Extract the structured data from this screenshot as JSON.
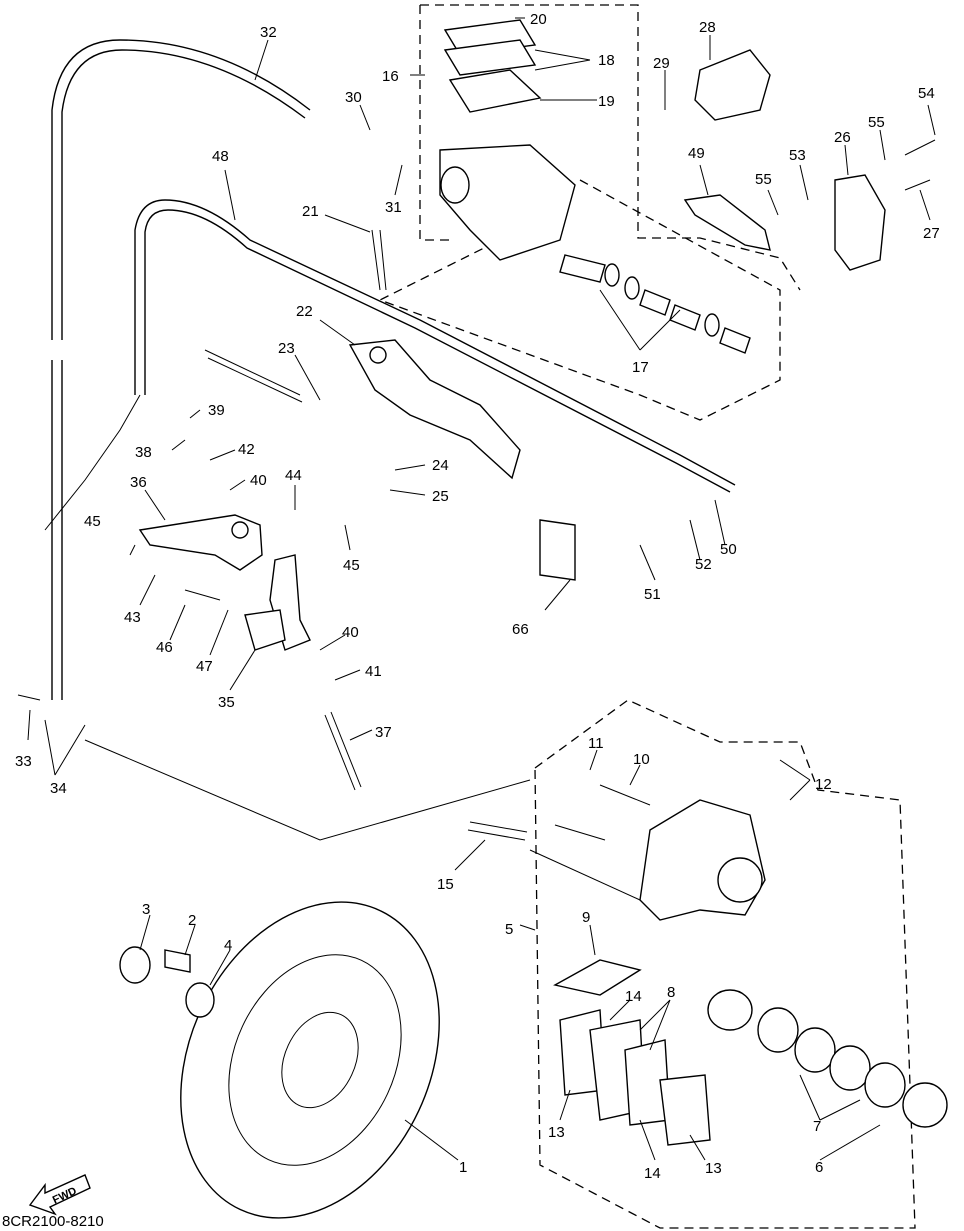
{
  "diagram": {
    "code": "8CR2100-8210",
    "fwd_label": "FWD",
    "labels": [
      {
        "id": "32",
        "text": "32"
      },
      {
        "id": "30",
        "text": "30"
      },
      {
        "id": "31",
        "text": "31"
      },
      {
        "id": "16",
        "text": "16"
      },
      {
        "id": "20",
        "text": "20"
      },
      {
        "id": "18",
        "text": "18"
      },
      {
        "id": "19",
        "text": "19"
      },
      {
        "id": "28",
        "text": "28"
      },
      {
        "id": "29",
        "text": "29"
      },
      {
        "id": "54",
        "text": "54"
      },
      {
        "id": "55a",
        "text": "55"
      },
      {
        "id": "55b",
        "text": "55"
      },
      {
        "id": "26",
        "text": "26"
      },
      {
        "id": "53",
        "text": "53"
      },
      {
        "id": "49",
        "text": "49"
      },
      {
        "id": "27",
        "text": "27"
      },
      {
        "id": "48",
        "text": "48"
      },
      {
        "id": "21",
        "text": "21"
      },
      {
        "id": "22",
        "text": "22"
      },
      {
        "id": "23",
        "text": "23"
      },
      {
        "id": "17",
        "text": "17"
      },
      {
        "id": "39",
        "text": "39"
      },
      {
        "id": "38",
        "text": "38"
      },
      {
        "id": "42",
        "text": "42"
      },
      {
        "id": "24",
        "text": "24"
      },
      {
        "id": "25",
        "text": "25"
      },
      {
        "id": "40a",
        "text": "40"
      },
      {
        "id": "36",
        "text": "36"
      },
      {
        "id": "44",
        "text": "44"
      },
      {
        "id": "45a",
        "text": "45"
      },
      {
        "id": "45b",
        "text": "45"
      },
      {
        "id": "43",
        "text": "43"
      },
      {
        "id": "46",
        "text": "46"
      },
      {
        "id": "47",
        "text": "47"
      },
      {
        "id": "35",
        "text": "35"
      },
      {
        "id": "40b",
        "text": "40"
      },
      {
        "id": "41",
        "text": "41"
      },
      {
        "id": "37",
        "text": "37"
      },
      {
        "id": "66",
        "text": "66"
      },
      {
        "id": "51",
        "text": "51"
      },
      {
        "id": "52",
        "text": "52"
      },
      {
        "id": "50",
        "text": "50"
      },
      {
        "id": "33",
        "text": "33"
      },
      {
        "id": "34",
        "text": "34"
      },
      {
        "id": "11",
        "text": "11"
      },
      {
        "id": "10",
        "text": "10"
      },
      {
        "id": "12",
        "text": "12"
      },
      {
        "id": "15",
        "text": "15"
      },
      {
        "id": "5",
        "text": "5"
      },
      {
        "id": "3",
        "text": "3"
      },
      {
        "id": "2",
        "text": "2"
      },
      {
        "id": "4",
        "text": "4"
      },
      {
        "id": "9",
        "text": "9"
      },
      {
        "id": "14a",
        "text": "14"
      },
      {
        "id": "8",
        "text": "8"
      },
      {
        "id": "13a",
        "text": "13"
      },
      {
        "id": "14b",
        "text": "14"
      },
      {
        "id": "13b",
        "text": "13"
      },
      {
        "id": "7",
        "text": "7"
      },
      {
        "id": "6",
        "text": "6"
      },
      {
        "id": "1",
        "text": "1"
      }
    ]
  }
}
